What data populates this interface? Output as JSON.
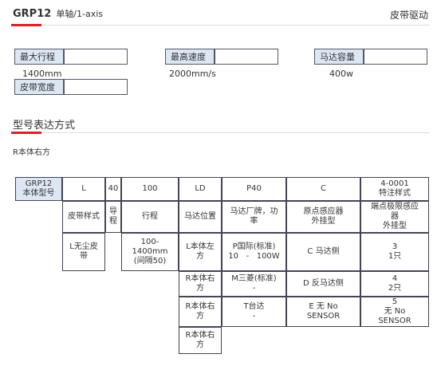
{
  "header": {
    "title": "GRP12",
    "subtitle": "单轴/1-axis",
    "right": "皮带驱动"
  },
  "specs": [
    {
      "label": "最大行程",
      "value": "1400mm"
    },
    {
      "label": "最高速度",
      "value": "2000mm/s"
    },
    {
      "label": "马达容量",
      "value": "400w"
    },
    {
      "label": "皮带宽度",
      "value": ""
    }
  ],
  "section": {
    "title": "型号表达方式",
    "note": "R本体右方"
  },
  "table": {
    "head": [
      "GRP12\n本体型号",
      "L",
      "40",
      "100",
      "LD",
      "P40",
      "C",
      "4-0001\n特注样式"
    ],
    "labels": [
      "皮带样式",
      "导\n程",
      "行程",
      "马达位置",
      "马达厂牌，功\n率",
      "原点感应器\n外挂型",
      "端点极限感应\n器\n外挂型"
    ],
    "belt": "L无尘皮\n带",
    "stroke": "100-\n1400mm\n(间隔50)",
    "pos": [
      "L本体左\n方",
      "R本体右\n方",
      "R本体右\n方",
      "R本体右\n方"
    ],
    "brand": [
      "P国际(标准)\n10   -   100W",
      "M三菱(标准)\n-",
      "T台达\n-"
    ],
    "origin": [
      "C 马达侧",
      "D 反马达侧",
      "E 无 No\nSENSOR"
    ],
    "end": [
      "3\n1只",
      "4\n2只",
      "5\n无 No\nSENSOR"
    ]
  }
}
